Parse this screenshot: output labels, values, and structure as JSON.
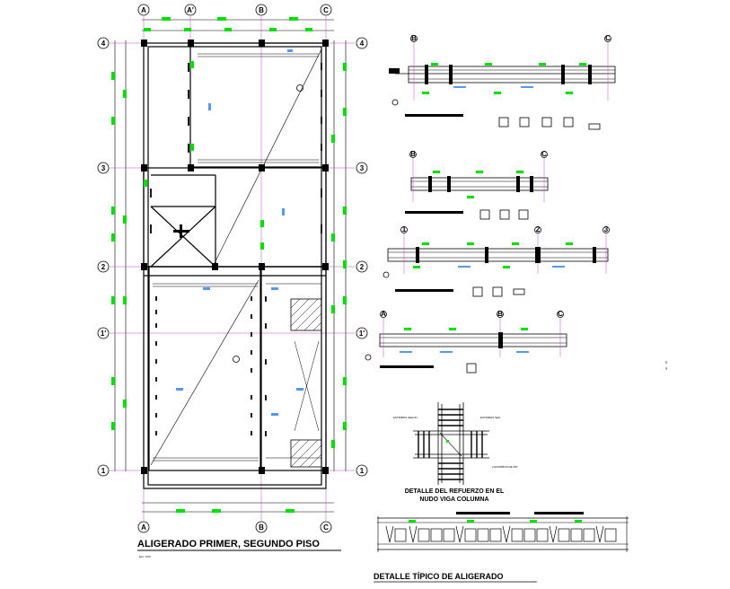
{
  "plan": {
    "title": "ALIGERADO PRIMER, SEGUNDO PISO",
    "scale": "Esc: 1/50",
    "axes_top": [
      "A",
      "A'",
      "B",
      "C"
    ],
    "axes_bottom": [
      "A",
      "B",
      "C"
    ],
    "axes_rows": [
      "4",
      "3",
      "2",
      "1'",
      "1"
    ]
  },
  "beam_details": [
    {
      "axes": [
        "B",
        "C"
      ]
    },
    {
      "axes": [
        "B",
        "C"
      ]
    },
    {
      "axes": [
        "1",
        "2",
        "3"
      ]
    },
    {
      "axes": [
        "A",
        "B",
        "C"
      ]
    }
  ],
  "node_detail": {
    "title_line1": "DETALLE DEL REFUERZO EN EL",
    "title_line2": "NUDO VIGA COLUMNA",
    "note_left": "ESTRIBOS SEGUN",
    "note_right": "ESTRIBOS SEG",
    "note_bottom": "2 ESTRIBOS DE 3/8\""
  },
  "slab_detail": {
    "title": "DETALLE TÍPICO DE ALIGERADO"
  },
  "colors": {
    "dimension_green": "#00e000",
    "note_blue": "#5599ee",
    "grid_magenta": "#cc44cc",
    "line": "#000000"
  }
}
